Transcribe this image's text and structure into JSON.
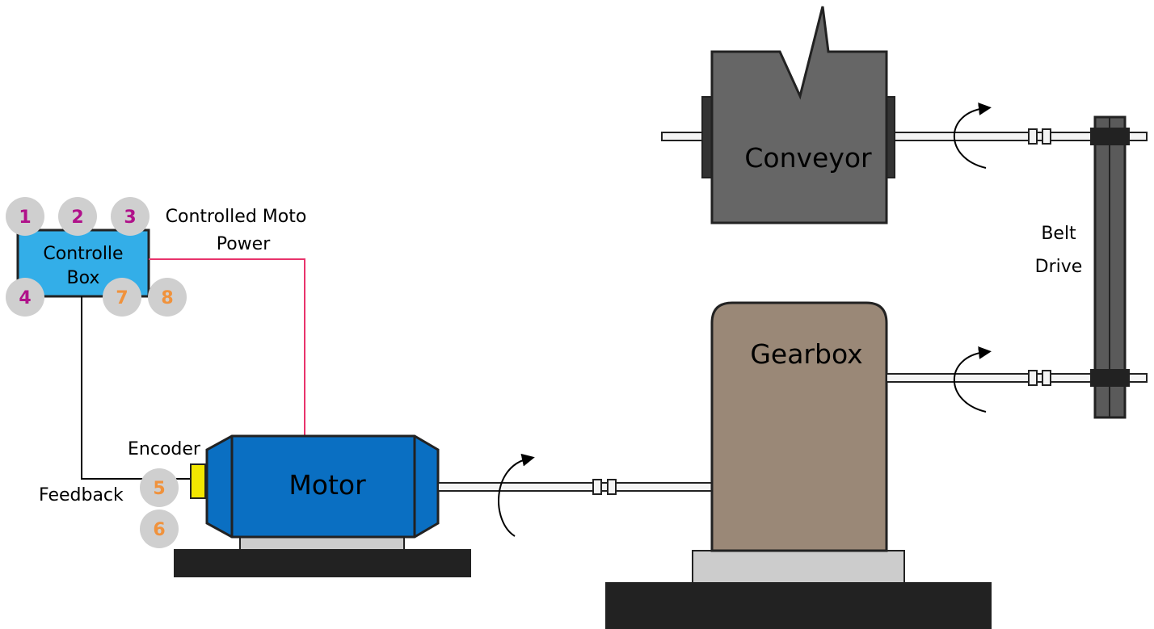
{
  "labels": {
    "controller_line1": "Controlle",
    "controller_line2": "Box",
    "controlled_power_line1": "Controlled Moto",
    "controlled_power_line2": "Power",
    "encoder": "Encoder",
    "feedback": "Feedback",
    "motor": "Motor",
    "gearbox": "Gearbox",
    "conveyor": "Conveyor",
    "belt_line1": "Belt",
    "belt_line2": "Drive"
  },
  "badges": [
    {
      "num": "1",
      "color": "#b0118a"
    },
    {
      "num": "2",
      "color": "#b0118a"
    },
    {
      "num": "3",
      "color": "#b0118a"
    },
    {
      "num": "4",
      "color": "#b0118a"
    },
    {
      "num": "7",
      "color": "#f0923c"
    },
    {
      "num": "8",
      "color": "#f0923c"
    },
    {
      "num": "5",
      "color": "#f0923c"
    },
    {
      "num": "6",
      "color": "#f0923c"
    }
  ],
  "colors": {
    "controller": "#33aee8",
    "motor": "#0a6fc2",
    "gearbox": "#9a8877",
    "conveyor": "#666666",
    "power_line": "#e8336c",
    "encoder": "#f2e600",
    "badge_bg": "#cfcfcf",
    "base": "#222222",
    "plate": "#cccccc"
  }
}
